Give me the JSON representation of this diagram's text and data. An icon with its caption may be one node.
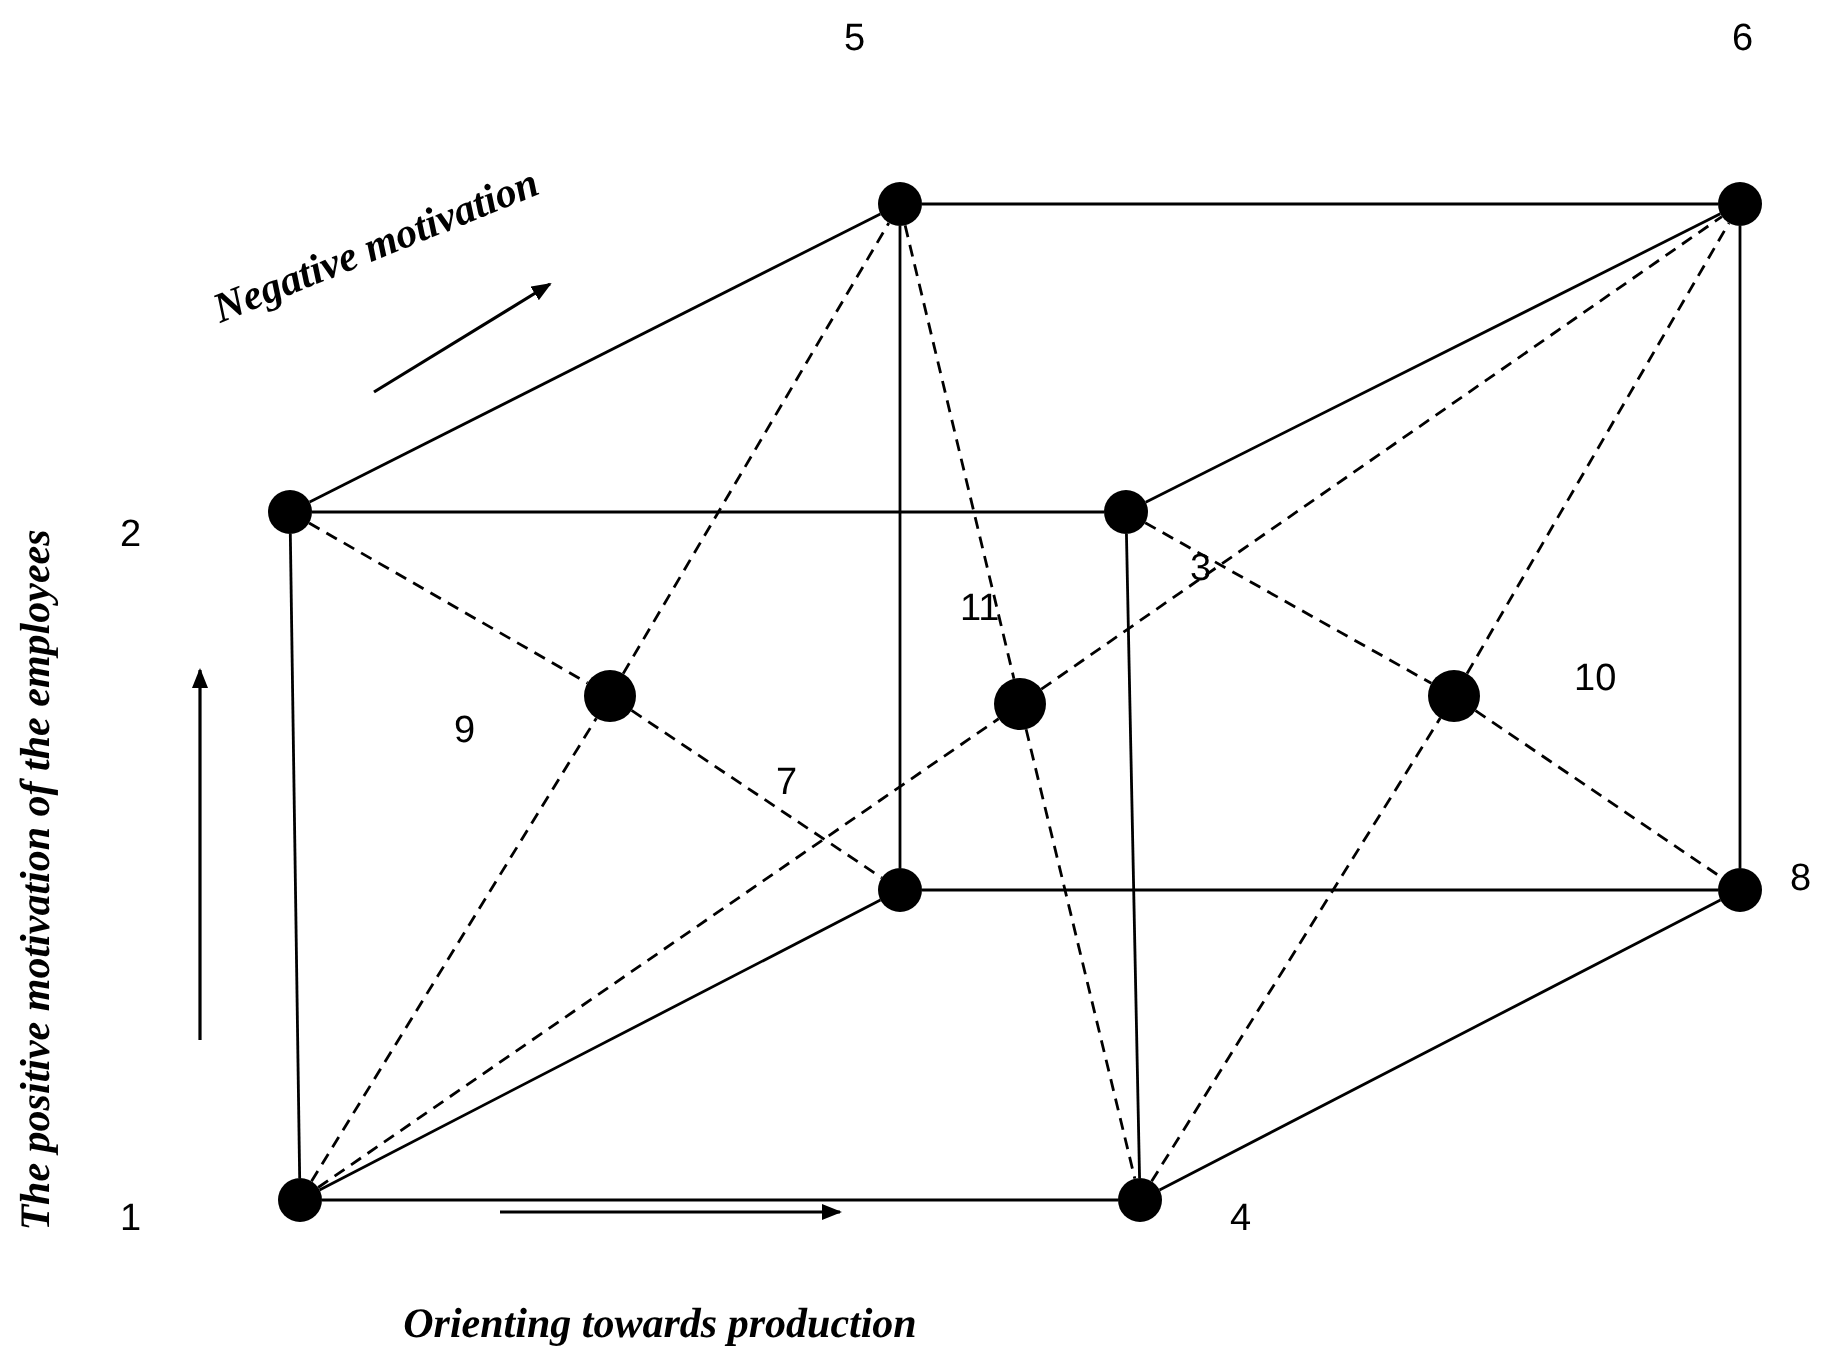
{
  "diagram": {
    "nodes": [
      {
        "text": [],
        "shape": "circle",
        "beside": [
          "1"
        ]
      },
      {
        "text": [],
        "shape": "circle",
        "beside": [
          "2"
        ]
      },
      {
        "text": [],
        "shape": "circle",
        "beside": [
          "3"
        ]
      },
      {
        "text": [],
        "shape": "circle",
        "beside": [
          "4"
        ]
      },
      {
        "text": [],
        "shape": "circle",
        "beside": [
          "5"
        ]
      },
      {
        "text": [],
        "shape": "circle",
        "beside": [
          "6"
        ]
      },
      {
        "text": [],
        "shape": "circle",
        "beside": [
          "7"
        ]
      },
      {
        "text": [],
        "shape": "circle",
        "beside": [
          "8"
        ]
      },
      {
        "text": [],
        "shape": "circle",
        "beside": [
          "9"
        ]
      },
      {
        "text": [],
        "shape": "circle",
        "beside": [
          "10"
        ]
      },
      {
        "text": [],
        "shape": "circle",
        "beside": [
          "11"
        ]
      }
    ],
    "edges": [
      {
        "from": 0,
        "to": 1,
        "arrow": "none"
      },
      {
        "from": 0,
        "to": 3,
        "arrow": "none"
      },
      {
        "from": 1,
        "to": 2,
        "arrow": "none"
      },
      {
        "from": 2,
        "to": 3,
        "arrow": "none"
      },
      {
        "from": 1,
        "to": 4,
        "arrow": "none"
      },
      {
        "from": 4,
        "to": 5,
        "arrow": "none"
      },
      {
        "from": 2,
        "to": 5,
        "arrow": "none"
      },
      {
        "from": 5,
        "to": 7,
        "arrow": "none"
      },
      {
        "from": 3,
        "to": 7,
        "arrow": "none"
      },
      {
        "from": 4,
        "to": 6,
        "arrow": "none"
      },
      {
        "from": 6,
        "to": 7,
        "arrow": "none"
      },
      {
        "from": 0,
        "to": 6,
        "arrow": "none"
      },
      {
        "from": 0,
        "to": 8,
        "arrow": "none",
        "style": "dashed"
      },
      {
        "from": 8,
        "to": 4,
        "arrow": "none",
        "style": "dashed"
      },
      {
        "from": 1,
        "to": 8,
        "arrow": "none",
        "style": "dashed"
      },
      {
        "from": 8,
        "to": 6,
        "arrow": "none",
        "style": "dashed"
      },
      {
        "from": 2,
        "to": 9,
        "arrow": "none",
        "style": "dashed"
      },
      {
        "from": 9,
        "to": 7,
        "arrow": "none",
        "style": "dashed"
      },
      {
        "from": 3,
        "to": 9,
        "arrow": "none",
        "style": "dashed"
      },
      {
        "from": 9,
        "to": 5,
        "arrow": "none",
        "style": "dashed"
      },
      {
        "from": 0,
        "to": 10,
        "arrow": "none",
        "style": "dashed"
      },
      {
        "from": 10,
        "to": 5,
        "arrow": "none",
        "style": "dashed"
      },
      {
        "from": 4,
        "to": 10,
        "arrow": "none",
        "style": "dashed"
      },
      {
        "from": 10,
        "to": 3,
        "arrow": "none",
        "style": "dashed"
      }
    ],
    "labels": [
      "Negative motivation",
      "The positive motivation of the employees",
      "Orienting towards production"
    ]
  }
}
